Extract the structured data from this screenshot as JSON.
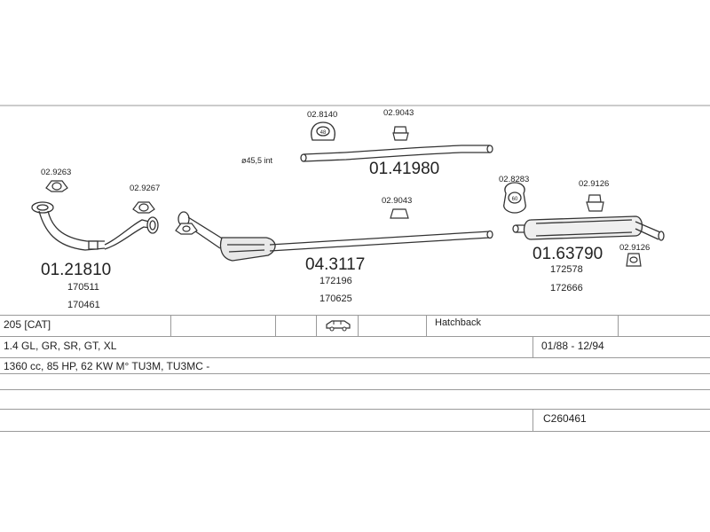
{
  "parts": {
    "p_029263": "02.9263",
    "p_029267": "02.9267",
    "p_0121810": "01.21810",
    "p_170511": "170511",
    "p_170461": "170461",
    "p_028140": "02.8140",
    "p_029043_top": "02.9043",
    "p_0141980": "01.41980",
    "dia_label": "ø45,5  int",
    "p_029043_mid": "02.9043",
    "p_043117": "04.3117",
    "p_172196": "172196",
    "p_170625": "170625",
    "p_028283": "02.8283",
    "p_029126_top": "02.9126",
    "p_0163790": "01.63790",
    "p_029126_bot": "02.9126",
    "p_172578": "172578",
    "p_172666": "172666",
    "badge_48": "48",
    "badge_60": "60"
  },
  "vehicle": {
    "model": "205  [CAT]",
    "body_type": "Hatchback",
    "versions": "1.4 GL, GR, SR, GT, XL",
    "years": "01/88 - 12/94",
    "engine": "1360 cc, 85 HP, 62 KW M° TU3M, TU3MC -",
    "code": "C260461"
  },
  "icons": {
    "car": "car-icon"
  }
}
